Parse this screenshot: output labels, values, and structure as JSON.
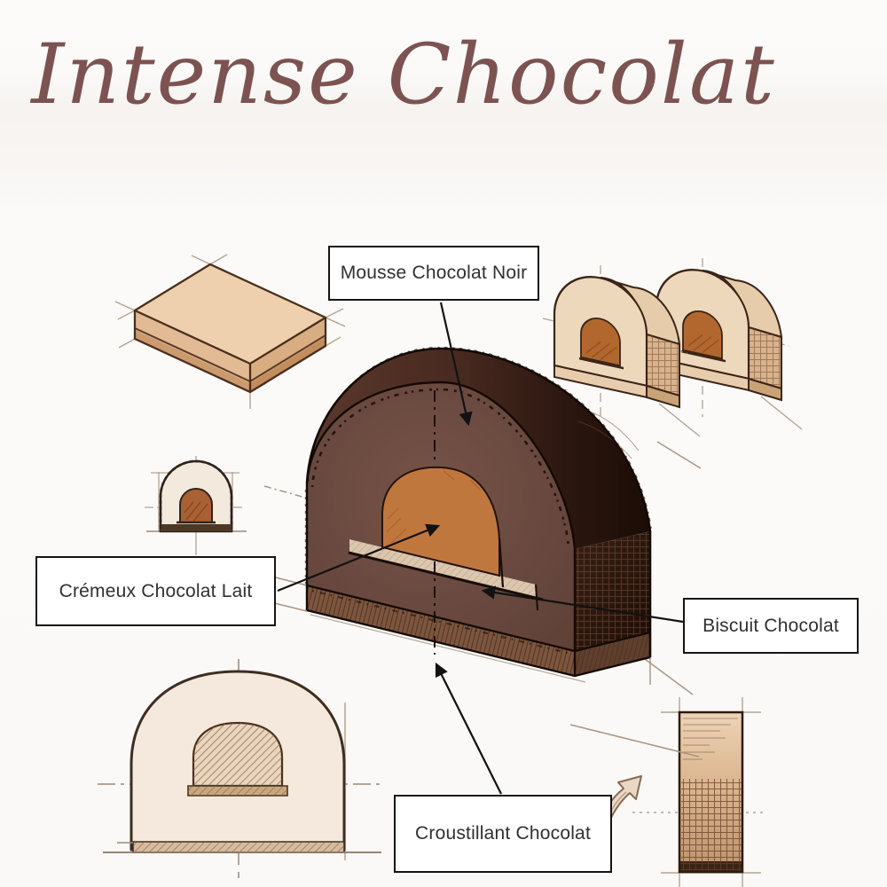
{
  "title": "Intense Chocolat",
  "labels": {
    "mousse": "Mousse Chocolat Noir",
    "cremeux": "Crémeux Chocolat Lait",
    "biscuit": "Biscuit Chocolat",
    "croustillant": "Croustillant Chocolat"
  },
  "colors": {
    "background": "#fbf9f7",
    "title_text": "#7c5351",
    "label_border": "#151515",
    "label_text": "#303030",
    "outline_ink": "#140a05",
    "mousse_brown": "#6b4a41",
    "glaze_dark": "#241109",
    "cremeux_orange": "#c0773e",
    "biscuit_cream": "#dcc7ae",
    "croustillant_brown": "#7d5640",
    "sponge_tan": "#eecfae",
    "cream_shell": "#f4e9dc",
    "construction_gray": "#b3a190"
  },
  "illustrations": [
    {
      "name": "biscuit-slab-sketch",
      "description": "isometric biscuit slab"
    },
    {
      "name": "arch-pieces-sketch",
      "description": "two arched dessert pieces"
    },
    {
      "name": "small-arch-front-sketch",
      "description": "small arch cross-section front view"
    },
    {
      "name": "main-cross-section-sketch",
      "description": "large glazed arch cross-section with layers"
    },
    {
      "name": "arch-elevation-sketch",
      "description": "front elevation technical drawing"
    },
    {
      "name": "side-strip-sketch",
      "description": "vertical layer strip side view"
    },
    {
      "name": "sketch-arrow",
      "description": "hand-drawn arrow pointing to strip"
    }
  ]
}
